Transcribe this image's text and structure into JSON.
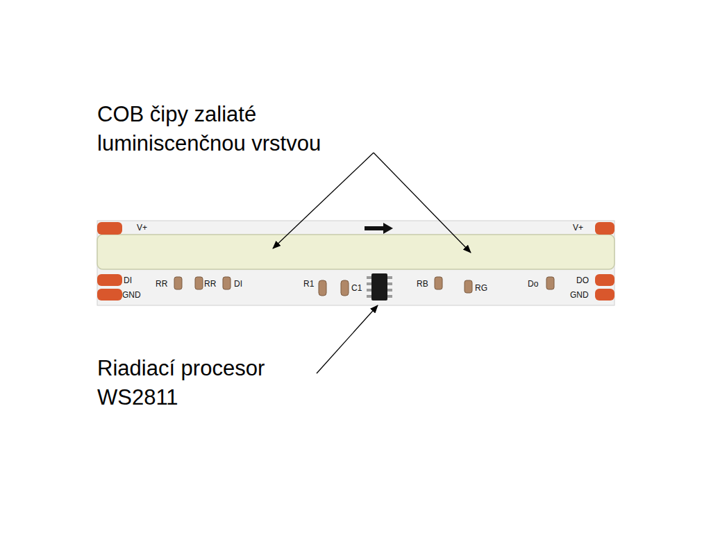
{
  "diagram": {
    "labels": [
      "COB čipy zaliaté luminiscenčnou vrstvou",
      "V+",
      "V+",
      "DI",
      "DO",
      "RR",
      "RR",
      "DI",
      "R1",
      "RB",
      "Do",
      "C1",
      "RG",
      "GND",
      "GND",
      "Riadiací procesor WS2811"
    ]
  }
}
